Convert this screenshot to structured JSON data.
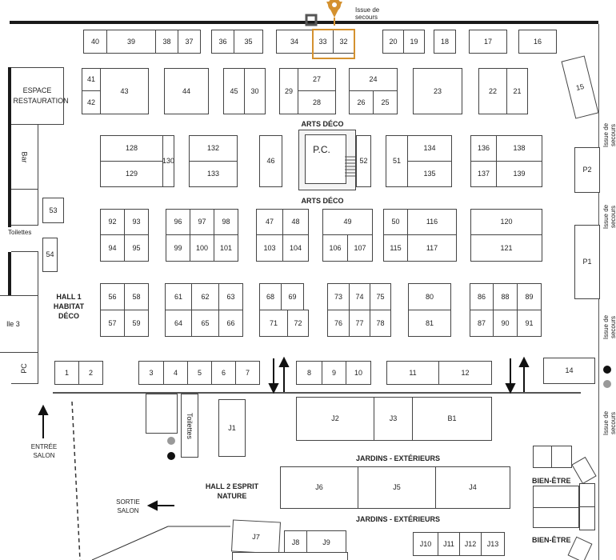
{
  "stands": [
    {
      "id": "40"
    },
    {
      "id": "39"
    },
    {
      "id": "38"
    },
    {
      "id": "37"
    },
    {
      "id": "36"
    },
    {
      "id": "35"
    },
    {
      "id": "34"
    },
    {
      "id": "33"
    },
    {
      "id": "32"
    },
    {
      "id": "20"
    },
    {
      "id": "19"
    },
    {
      "id": "18"
    },
    {
      "id": "17"
    },
    {
      "id": "16"
    },
    {
      "id": "15"
    },
    {
      "id": "41"
    },
    {
      "id": "42"
    },
    {
      "id": "43"
    },
    {
      "id": "44"
    },
    {
      "id": "45"
    },
    {
      "id": "30"
    },
    {
      "id": "29"
    },
    {
      "id": "27"
    },
    {
      "id": "28"
    },
    {
      "id": "24"
    },
    {
      "id": "26"
    },
    {
      "id": "25"
    },
    {
      "id": "23"
    },
    {
      "id": "22"
    },
    {
      "id": "21"
    },
    {
      "id": "128"
    },
    {
      "id": "129"
    },
    {
      "id": "130"
    },
    {
      "id": "132"
    },
    {
      "id": "133"
    },
    {
      "id": "46"
    },
    {
      "id": "52"
    },
    {
      "id": "51"
    },
    {
      "id": "134"
    },
    {
      "id": "135"
    },
    {
      "id": "136"
    },
    {
      "id": "138"
    },
    {
      "id": "137"
    },
    {
      "id": "139"
    },
    {
      "id": "P2"
    },
    {
      "id": "92"
    },
    {
      "id": "93"
    },
    {
      "id": "94"
    },
    {
      "id": "95"
    },
    {
      "id": "96"
    },
    {
      "id": "97"
    },
    {
      "id": "98"
    },
    {
      "id": "99"
    },
    {
      "id": "100"
    },
    {
      "id": "101"
    },
    {
      "id": "47"
    },
    {
      "id": "48"
    },
    {
      "id": "103"
    },
    {
      "id": "104"
    },
    {
      "id": "49"
    },
    {
      "id": "106"
    },
    {
      "id": "107"
    },
    {
      "id": "50"
    },
    {
      "id": "116"
    },
    {
      "id": "115"
    },
    {
      "id": "117"
    },
    {
      "id": "120"
    },
    {
      "id": "121"
    },
    {
      "id": "P1"
    },
    {
      "id": "53"
    },
    {
      "id": "54"
    },
    {
      "id": "56"
    },
    {
      "id": "58"
    },
    {
      "id": "57"
    },
    {
      "id": "59"
    },
    {
      "id": "61"
    },
    {
      "id": "62"
    },
    {
      "id": "63"
    },
    {
      "id": "64"
    },
    {
      "id": "65"
    },
    {
      "id": "66"
    },
    {
      "id": "68"
    },
    {
      "id": "69"
    },
    {
      "id": "71"
    },
    {
      "id": "72"
    },
    {
      "id": "73"
    },
    {
      "id": "74"
    },
    {
      "id": "75"
    },
    {
      "id": "76"
    },
    {
      "id": "77"
    },
    {
      "id": "78"
    },
    {
      "id": "80"
    },
    {
      "id": "81"
    },
    {
      "id": "86"
    },
    {
      "id": "88"
    },
    {
      "id": "89"
    },
    {
      "id": "87"
    },
    {
      "id": "90"
    },
    {
      "id": "91"
    },
    {
      "id": "1"
    },
    {
      "id": "2"
    },
    {
      "id": "3"
    },
    {
      "id": "4"
    },
    {
      "id": "5"
    },
    {
      "id": "6"
    },
    {
      "id": "7"
    },
    {
      "id": "8"
    },
    {
      "id": "9"
    },
    {
      "id": "10"
    },
    {
      "id": "11"
    },
    {
      "id": "12"
    },
    {
      "id": "14"
    },
    {
      "id": "J1"
    },
    {
      "id": "J2"
    },
    {
      "id": "J3"
    },
    {
      "id": "B1"
    },
    {
      "id": "J4"
    },
    {
      "id": "J5"
    },
    {
      "id": "J6"
    },
    {
      "id": "J7"
    },
    {
      "id": "J8"
    },
    {
      "id": "J9"
    },
    {
      "id": "J10"
    },
    {
      "id": "J11"
    },
    {
      "id": "J12"
    },
    {
      "id": "J13"
    }
  ],
  "labels": {
    "issue_top": "Issue de secours",
    "issue_right": "Issue de secours",
    "espace_restauration": "ESPACE RESTAURATION",
    "bar": "Bar",
    "toilettes": "Toilettes",
    "toilettes2": "Toilettes",
    "arts_deco_top": "ARTS DÉCO",
    "arts_deco_bottom": "ARTS DÉCO",
    "pc_center": "P.C.",
    "pc_left": "PC",
    "hall1": "HALL 1 HABITAT DÉCO",
    "hall3": "lle 3",
    "entree": "ENTRÉE SALON",
    "sortie": "SORTIE SALON",
    "jardins_top": "JARDINS - EXTÉRIEURS",
    "jardins_bottom": "JARDINS - EXTÉRIEURS",
    "hall2": "HALL 2 ESPRIT NATURE",
    "bien_etre_1": "BIEN-ÊTRE",
    "bien_etre_2": "BIEN-ÊTRE"
  },
  "highlight": {
    "stands": [
      "33",
      "32"
    ],
    "color": "#d4912f",
    "marker": "location-pin-icon"
  }
}
